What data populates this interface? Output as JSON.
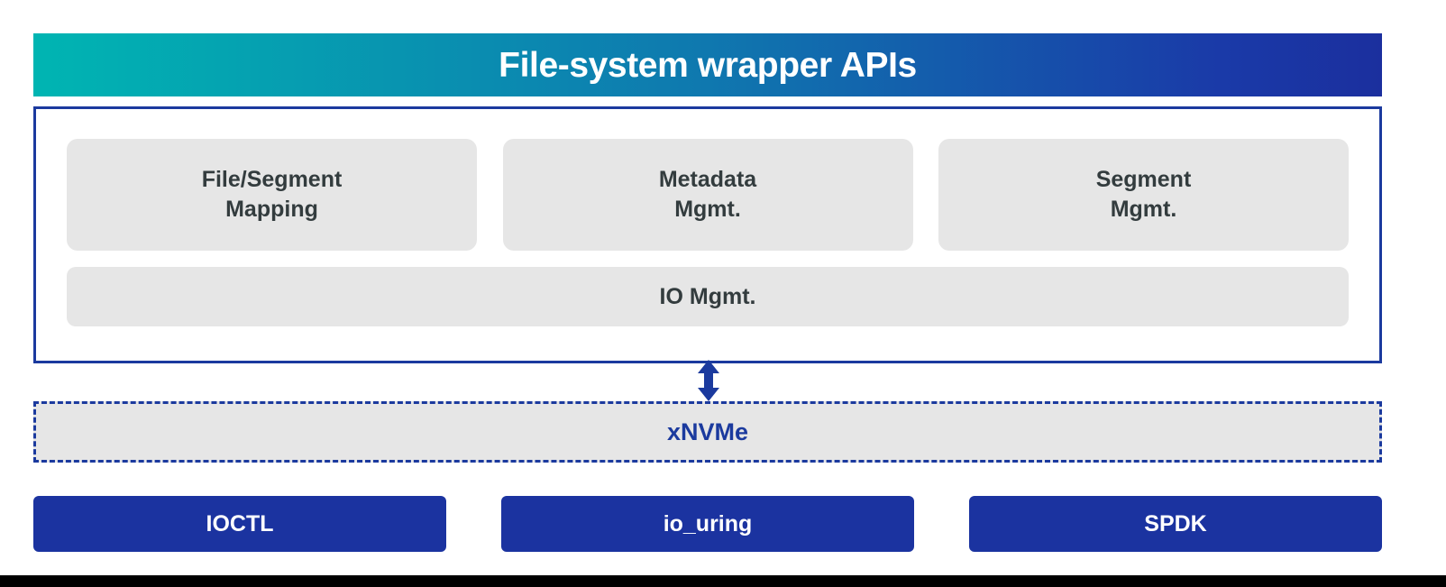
{
  "diagram": {
    "title": "File-system wrapper APIs",
    "colors": {
      "gradient_start": "#00b5b2",
      "gradient_mid": "#0f78af",
      "gradient_end": "#1b2f9e",
      "accent_blue": "#1b3a9e",
      "backend_blue": "#1b33a0",
      "card_gray": "#e6e6e6",
      "card_text": "#333c3e",
      "bottom_strip": "#000000"
    }
  },
  "header": {
    "label": "File-system wrapper APIs"
  },
  "wrapper": {
    "modules": [
      {
        "label": "File/Segment\nMapping"
      },
      {
        "label": "Metadata\nMgmt."
      },
      {
        "label": "Segment\nMgmt."
      }
    ],
    "io_bar": {
      "label": "IO Mgmt."
    }
  },
  "connector": {
    "icon": "double-headed-vertical-arrow",
    "color": "#1b3a9e"
  },
  "xnvme": {
    "label": "xNVMe",
    "border_style": "dashed"
  },
  "backends": [
    {
      "label": "IOCTL"
    },
    {
      "label": "io_uring"
    },
    {
      "label": "SPDK"
    }
  ]
}
